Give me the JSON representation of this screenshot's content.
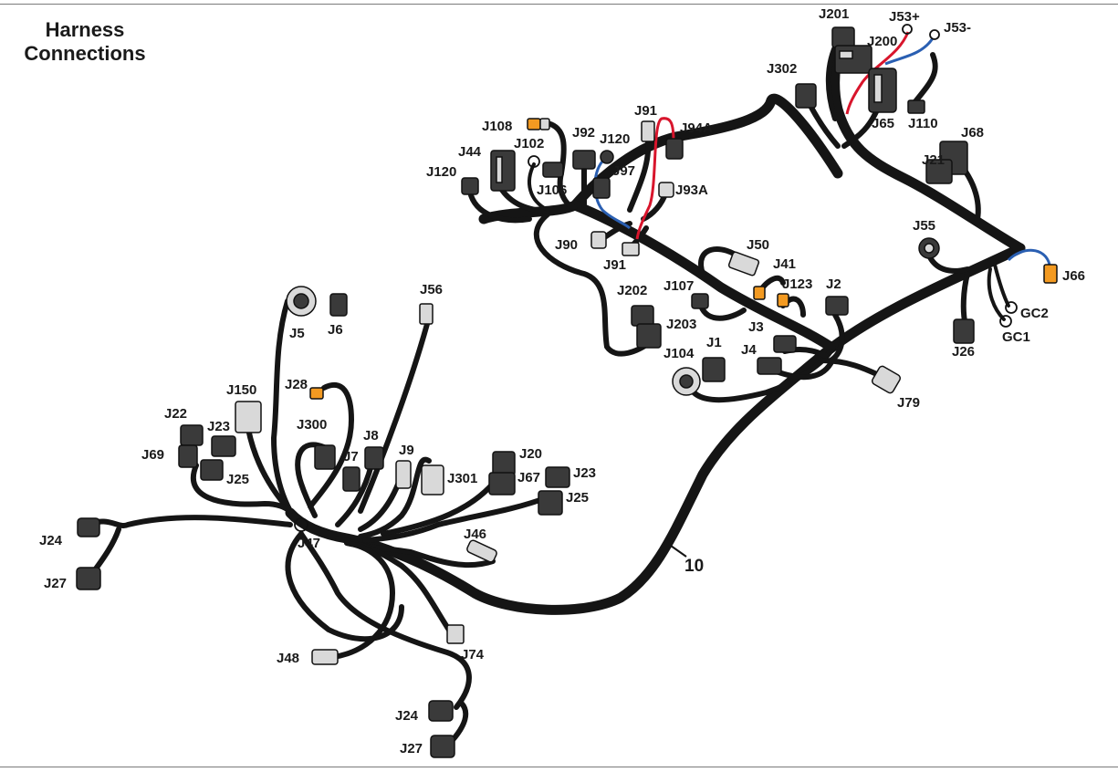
{
  "title": {
    "line1": "Harness",
    "line2": "Connections"
  },
  "harness_number": "10",
  "connector_labels": {
    "J201": "J201",
    "J53p": "J53+",
    "J53m": "J53-",
    "J200": "J200",
    "J302": "J302",
    "J65": "J65",
    "J110": "J110",
    "J68": "J68",
    "J21": "J21",
    "J55": "J55",
    "J66": "J66",
    "GC2": "GC2",
    "GC1": "GC1",
    "J26": "J26",
    "J79": "J79",
    "J2": "J2",
    "J3": "J3",
    "J4": "J4",
    "J1": "J1",
    "J104": "J104",
    "J107": "J107",
    "J41": "J41",
    "J123": "J123",
    "J50": "J50",
    "J202": "J202",
    "J203": "J203",
    "J90": "J90",
    "J91_lower": "J91",
    "J93A": "J93A",
    "J97": "J97",
    "J120_top": "J120",
    "J94A": "J94A",
    "J91_top": "J91",
    "J92": "J92",
    "J106": "J106",
    "J102": "J102",
    "J108": "J108",
    "J44": "J44",
    "J120_left": "J120",
    "J56": "J56",
    "J5": "J5",
    "J6": "J6",
    "J28": "J28",
    "J150": "J150",
    "J22": "J22",
    "J23_left": "J23",
    "J69": "J69",
    "J25_left": "J25",
    "J300": "J300",
    "J8": "J8",
    "J7": "J7",
    "J9": "J9",
    "J301": "J301",
    "J20": "J20",
    "J67": "J67",
    "J23_right": "J23",
    "J25_right": "J25",
    "J46": "J46",
    "J47": "J47",
    "J24_left": "J24",
    "J27_left": "J27",
    "J48": "J48",
    "J74": "J74",
    "J24_bottom": "J24",
    "J27_bottom": "J27"
  },
  "colors": {
    "wire": "#151515",
    "red_wire": "#d8152c",
    "blue_wire": "#2a5fb2",
    "connector_accent": "#f39a21",
    "frame": "#7a7a7a"
  }
}
